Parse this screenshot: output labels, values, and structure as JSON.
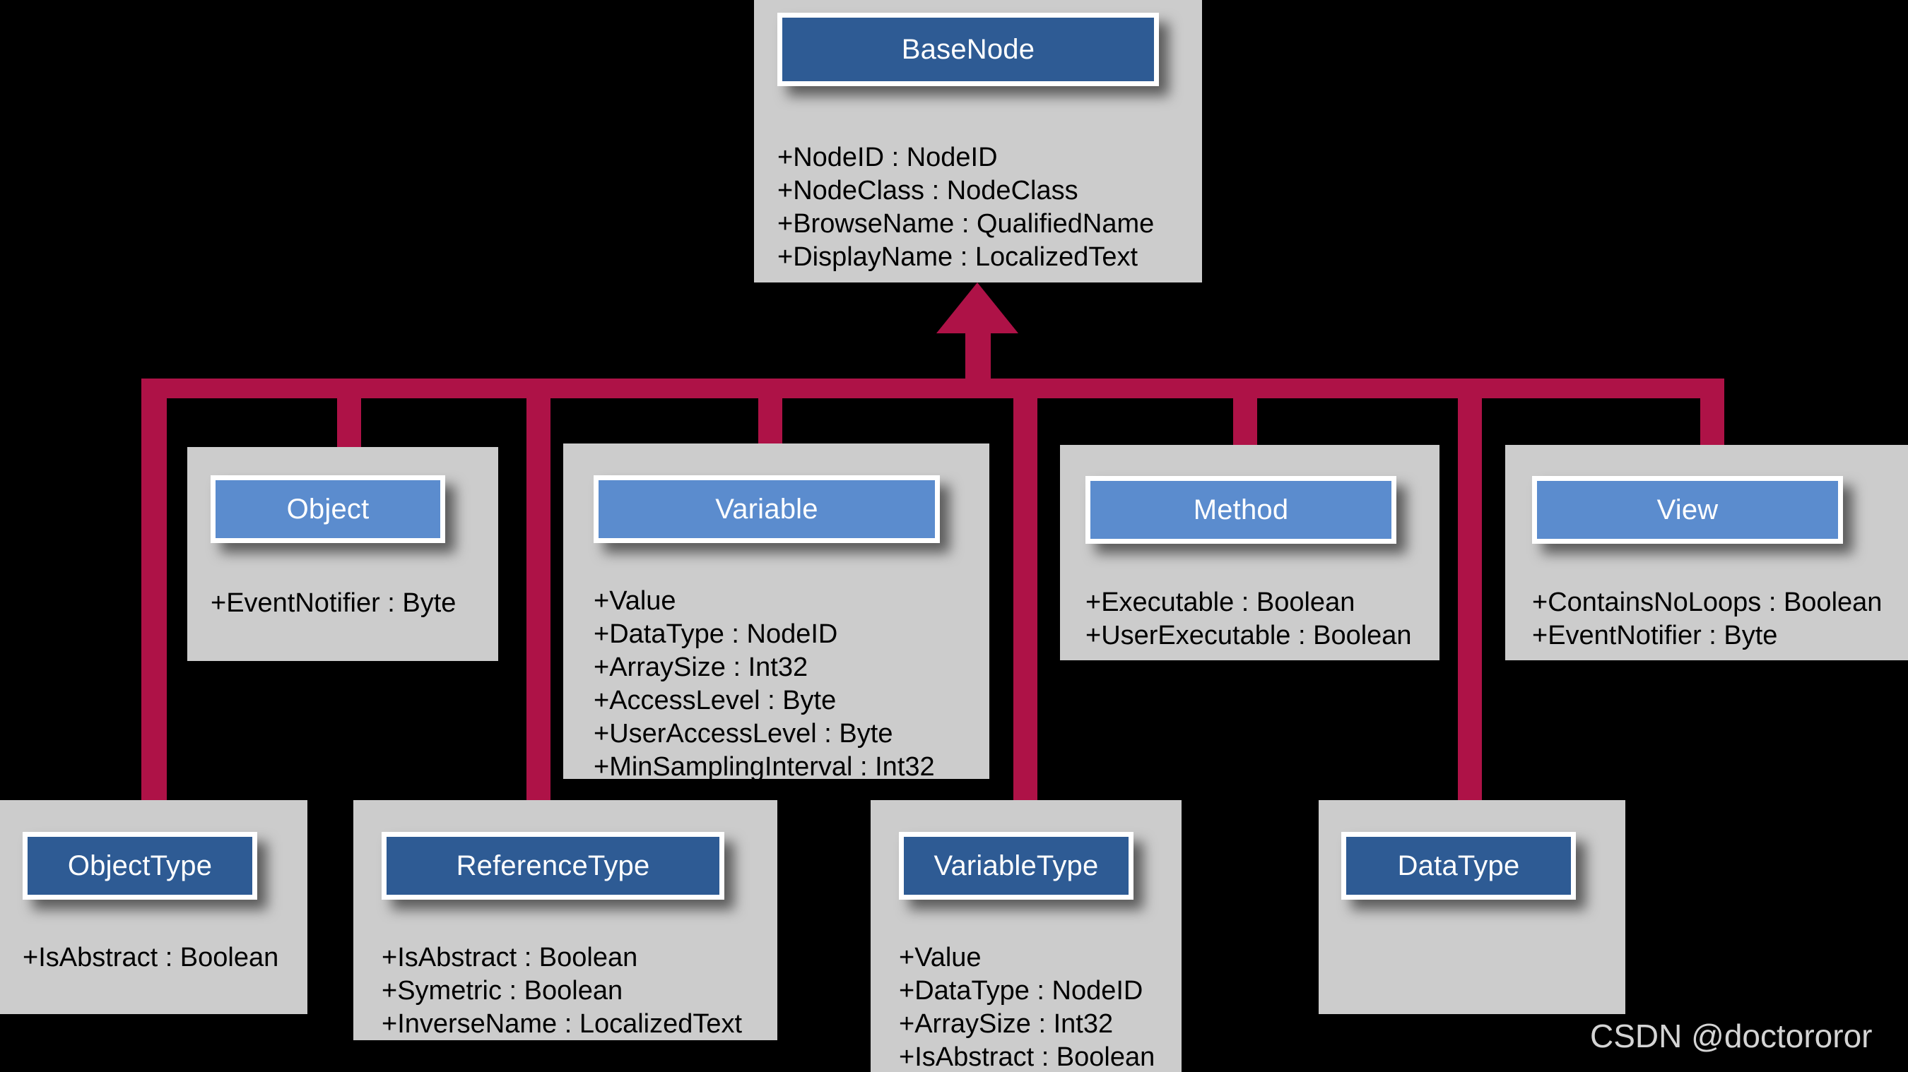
{
  "diagram": {
    "title": "OPC UA BaseNode class hierarchy",
    "colors": {
      "background": "#000000",
      "panel": "#cccccc",
      "header_dark_blue": "#2e5b94",
      "header_light_blue": "#5b8cce",
      "connector_crimson": "#ae1247",
      "border_white": "#ffffff",
      "attribute_text": "#000000",
      "header_text": "#ffffff"
    },
    "relationship": "generalization"
  },
  "classes": {
    "base_node": {
      "name": "BaseNode",
      "attributes": [
        "+NodeID : NodeID",
        "+NodeClass : NodeClass",
        "+BrowseName : QualifiedName",
        "+DisplayName : LocalizedText"
      ]
    },
    "object": {
      "name": "Object",
      "attributes": [
        "+EventNotifier : Byte"
      ]
    },
    "variable": {
      "name": "Variable",
      "attributes": [
        "+Value",
        "+DataType : NodeID",
        "+ArraySize : Int32",
        "+AccessLevel : Byte",
        "+UserAccessLevel : Byte",
        "+MinSamplingInterval : Int32"
      ]
    },
    "method": {
      "name": "Method",
      "attributes": [
        "+Executable : Boolean",
        "+UserExecutable : Boolean"
      ]
    },
    "view": {
      "name": "View",
      "attributes": [
        "+ContainsNoLoops : Boolean",
        "+EventNotifier : Byte"
      ]
    },
    "object_type": {
      "name": "ObjectType",
      "attributes": [
        "+IsAbstract : Boolean"
      ]
    },
    "reference_type": {
      "name": "ReferenceType",
      "attributes": [
        "+IsAbstract : Boolean",
        "+Symetric : Boolean",
        "+InverseName : LocalizedText"
      ]
    },
    "variable_type": {
      "name": "VariableType",
      "attributes": [
        "+Value",
        "+DataType : NodeID",
        "+ArraySize : Int32",
        "+IsAbstract : Boolean"
      ]
    },
    "data_type": {
      "name": "DataType",
      "attributes": []
    }
  },
  "watermark": {
    "text": "CSDN @doctororor"
  }
}
